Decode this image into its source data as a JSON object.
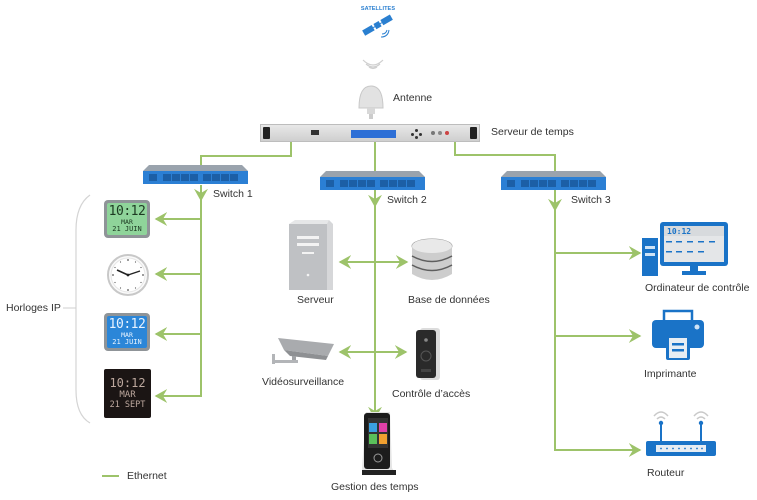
{
  "diagram": {
    "satellites": {
      "label": "SATELLITES",
      "icon": "satellite-icon"
    },
    "antenna": {
      "label": "Antenne",
      "icon": "antenna-icon"
    },
    "time_server": {
      "label": "Serveur de temps",
      "icon": "rack-server-icon"
    },
    "switches": [
      {
        "label": "Switch 1"
      },
      {
        "label": "Switch 2"
      },
      {
        "label": "Switch 3"
      }
    ],
    "ip_clocks": {
      "group_label": "Horloges IP",
      "clocks": [
        {
          "type": "lcd-green",
          "time": "10:12",
          "day": "MAR",
          "date": "21 JUIN"
        },
        {
          "type": "analog"
        },
        {
          "type": "lcd-blue",
          "time": "10:12",
          "day": "MAR",
          "date": "21 JUIN"
        },
        {
          "type": "led-black",
          "time": "10:12",
          "day": "MAR",
          "date": "21 SEPT"
        }
      ]
    },
    "switch2_devices": [
      {
        "label": "Serveur",
        "icon": "server-tower-icon"
      },
      {
        "label": "Base de données",
        "icon": "database-icon"
      },
      {
        "label": "Vidéosurveillance",
        "icon": "camera-icon"
      },
      {
        "label": "Contrôle d’accès",
        "icon": "access-reader-icon"
      },
      {
        "label": "Gestion des temps",
        "icon": "time-terminal-icon"
      }
    ],
    "switch3_devices": [
      {
        "label": "Ordinateur de contrôle",
        "icon": "computer-icon",
        "screen_time": "10:12"
      },
      {
        "label": "Imprimante",
        "icon": "printer-icon"
      },
      {
        "label": "Routeur",
        "icon": "router-icon"
      }
    ],
    "legend": [
      {
        "label": "Ethernet",
        "color": "#9dc36a"
      }
    ],
    "colors": {
      "link": "#9dc36a",
      "device_blue": "#1a73c7",
      "switch_blue": "#2b7fd4",
      "gray": "#b9bcbf"
    }
  }
}
